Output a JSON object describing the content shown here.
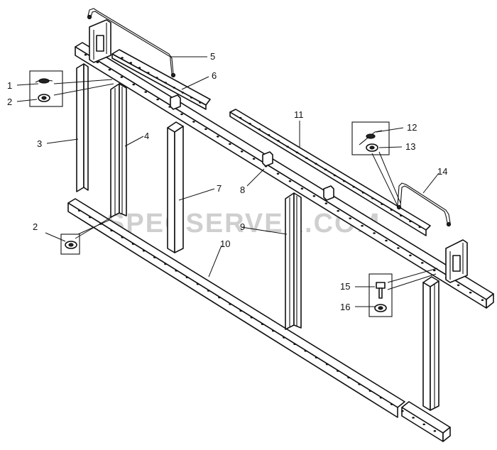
{
  "watermark": "SPECSERVER.COM",
  "callouts": [
    {
      "id": "c1",
      "label": "1"
    },
    {
      "id": "c2",
      "label": "2"
    },
    {
      "id": "c2b",
      "label": "2"
    },
    {
      "id": "c3",
      "label": "3"
    },
    {
      "id": "c4",
      "label": "4"
    },
    {
      "id": "c5",
      "label": "5"
    },
    {
      "id": "c6",
      "label": "6"
    },
    {
      "id": "c7",
      "label": "7"
    },
    {
      "id": "c8",
      "label": "8"
    },
    {
      "id": "c9",
      "label": "9"
    },
    {
      "id": "c10",
      "label": "10"
    },
    {
      "id": "c11",
      "label": "11"
    },
    {
      "id": "c12",
      "label": "12"
    },
    {
      "id": "c13",
      "label": "13"
    },
    {
      "id": "c14",
      "label": "14"
    },
    {
      "id": "c15",
      "label": "15"
    },
    {
      "id": "c16",
      "label": "16"
    }
  ]
}
